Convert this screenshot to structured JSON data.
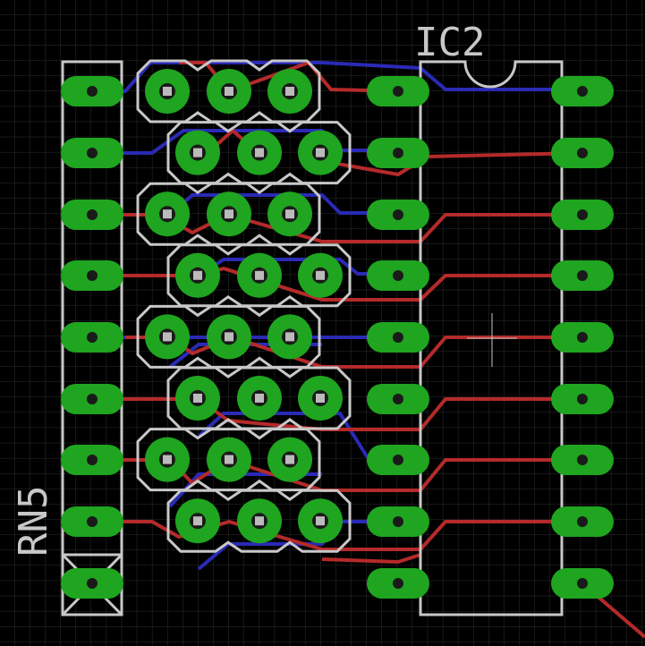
{
  "labels": {
    "ic": "IC2",
    "rn": "RN5"
  },
  "colors": {
    "background": "#000000",
    "grid": "#2e2e2e",
    "pad": "#1fa51f",
    "silk": "#c8c8c8",
    "trace_top": "#b52a2a",
    "trace_bottom": "#2a2ab5",
    "drill": "#1a1a1a"
  },
  "components": {
    "rn5_pins": 9,
    "ic2_pins_per_side": 9,
    "header_rows": 8,
    "header_pins_per_row": 3
  }
}
